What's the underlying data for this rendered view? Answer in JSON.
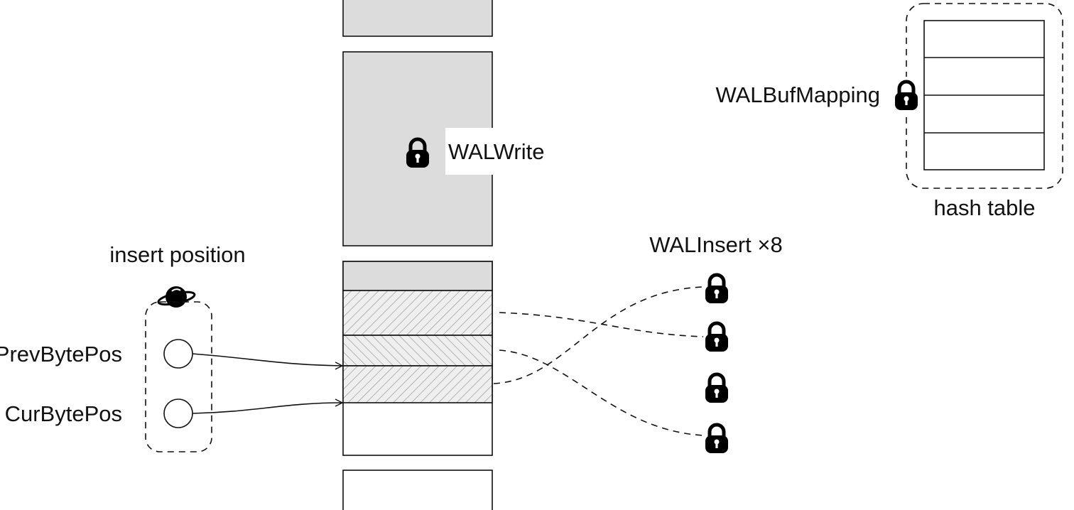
{
  "labels": {
    "wal_write": "WALWrite",
    "wal_buf_mapping": "WALBufMapping",
    "hash_table": "hash table",
    "wal_insert": "WALInsert ×8",
    "insert_position": "insert position",
    "prev_byte_pos": "PrevBytePos",
    "cur_byte_pos": "CurBytePos"
  },
  "icons": {
    "lock": "lock-icon",
    "spinlock": "spinlock-icon"
  },
  "colors": {
    "stroke": "#111111",
    "buffer_fill": "#dcdcdc",
    "hatch": "#9a9a9a"
  }
}
